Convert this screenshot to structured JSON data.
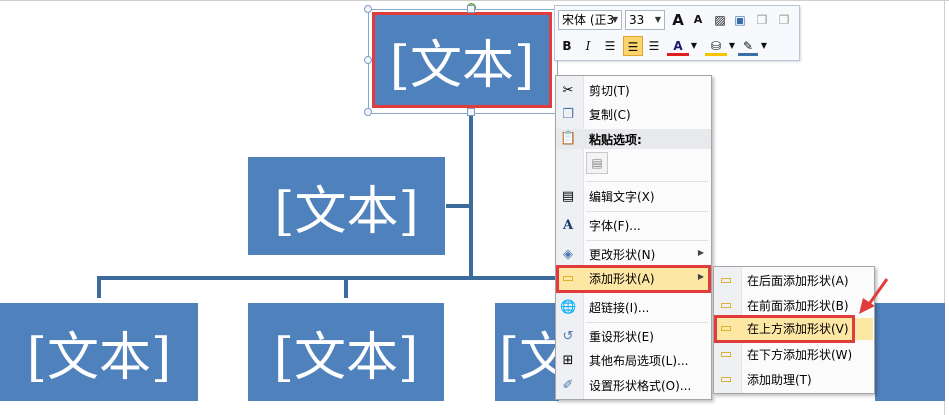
{
  "nodes": {
    "top": "[文本]",
    "assistant": "[文本]",
    "child_1": "[文本]",
    "child_2": "[文本]",
    "child_3": "[文"
  },
  "mini_toolbar": {
    "font_name": "宋体 (正3",
    "font_size": "33",
    "grow_font_label": "A",
    "shrink_font_label": "A",
    "bold_label": "B",
    "italic_label": "I",
    "font_color_label": "A"
  },
  "context_menu": {
    "cut": "剪切(T)",
    "copy": "复制(C)",
    "paste_options": "粘贴选项:",
    "edit_text": "编辑文字(X)",
    "font": "字体(F)...",
    "change_shape": "更改形状(N)",
    "add_shape": "添加形状(A)",
    "hyperlink": "超链接(I)...",
    "reset_shape": "重设形状(E)",
    "more_layout": "其他布局选项(L)...",
    "format_shape": "设置形状格式(O)..."
  },
  "submenu": {
    "add_after": "在后面添加形状(A)",
    "add_before": "在前面添加形状(B)",
    "add_above": "在上方添加形状(V)",
    "add_below": "在下方添加形状(W)",
    "add_assistant": "添加助理(T)"
  },
  "colors": {
    "node_fill": "#4f81bd",
    "connector": "#3c6b9c",
    "highlight_red": "#e23b3b",
    "menu_hover": "#fde7a4"
  }
}
